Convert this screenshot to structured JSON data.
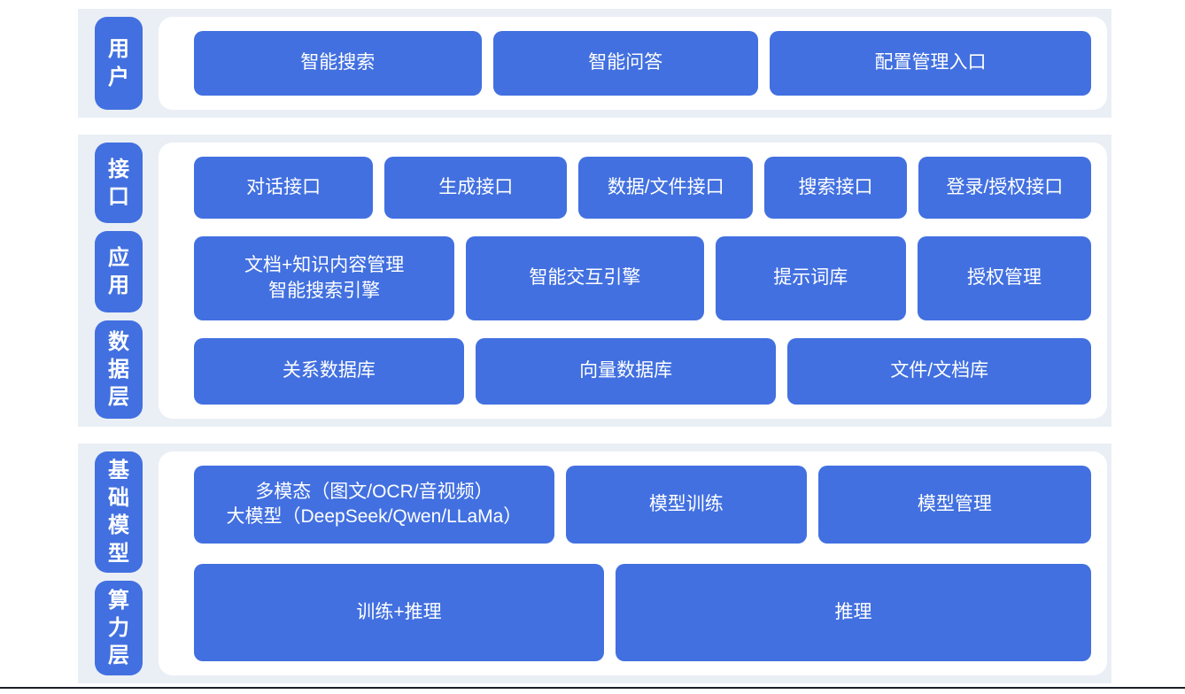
{
  "colors": {
    "accent": "#4270E0",
    "band_bg": "#EAEFF6",
    "panel_bg": "#FFFFFF",
    "node_text": "#FFFFFF",
    "bottom_rule": "#1B1F29"
  },
  "diagram": {
    "type": "layered-architecture",
    "sections": [
      {
        "name": "user-layer",
        "labels": [
          "用户"
        ],
        "rows": [
          {
            "items": [
              "智能搜索",
              "智能问答",
              "配置管理入口"
            ]
          }
        ]
      },
      {
        "name": "interface-application-data-layer",
        "labels": [
          "接口",
          "应用",
          "数据层"
        ],
        "rows": [
          {
            "items": [
              "对话接口",
              "生成接口",
              "数据/文件接口",
              "搜索接口",
              "登录/授权接口"
            ]
          },
          {
            "items": [
              "文档+知识内容管理\n智能搜索引擎",
              "智能交互引擎",
              "提示词库",
              "授权管理"
            ]
          },
          {
            "items": [
              "关系数据库",
              "向量数据库",
              "文件/文档库"
            ]
          }
        ]
      },
      {
        "name": "foundation-compute-layer",
        "labels": [
          "基础模型",
          "算力层"
        ],
        "rows": [
          {
            "items": [
              "多模态（图文/OCR/音视频）\n大模型（DeepSeek/Qwen/LLaMa）",
              "模型训练",
              "模型管理"
            ]
          },
          {
            "items": [
              "训练+推理",
              "推理"
            ]
          }
        ]
      }
    ]
  }
}
